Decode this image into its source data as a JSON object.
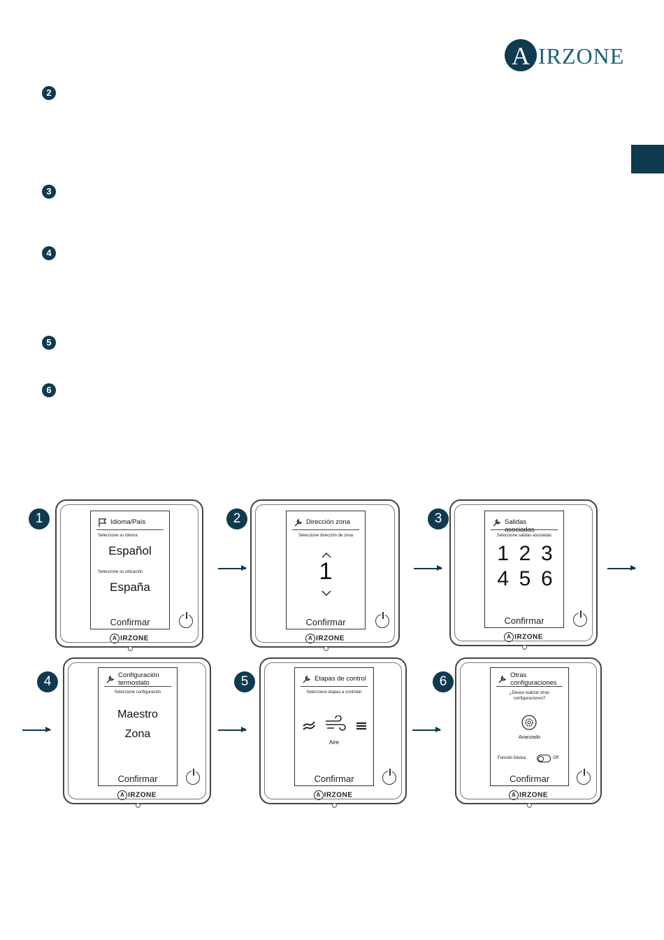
{
  "brand": {
    "logo_letter": "A",
    "logo_rest": "IRZONE"
  },
  "step_list": [
    "2",
    "3",
    "4",
    "5",
    "6"
  ],
  "devices": [
    {
      "step": "1",
      "title": "Idioma/País",
      "language_prompt": "Seleccione su idioma",
      "language_value": "Español",
      "location_prompt": "Seleccione su ubicación",
      "location_value": "España",
      "confirm": "Confirmar",
      "logo": "IRZONE",
      "icon": "flag-icon"
    },
    {
      "step": "2",
      "title": "Dirección zona",
      "prompt": "Seleccione dirección de zona",
      "value": "1",
      "confirm": "Confirmar",
      "logo": "IRZONE",
      "icon": "wrench-icon"
    },
    {
      "step": "3",
      "title": "Salidas asociadas",
      "prompt": "Seleccione salidas asociadas",
      "outputs": [
        "1",
        "2",
        "3",
        "4",
        "5",
        "6"
      ],
      "confirm": "Confirmar",
      "logo": "IRZONE",
      "icon": "wrench-icon"
    },
    {
      "step": "4",
      "title_line1": "Configuración",
      "title_line2": "termostato",
      "prompt": "Seleccione configuración",
      "option1": "Maestro",
      "option2": "Zona",
      "confirm": "Confirmar",
      "logo": "IRZONE",
      "icon": "wrench-icon"
    },
    {
      "step": "5",
      "title": "Etapas de control",
      "prompt": "Seleccione etapas a controlar",
      "selected_stage": "Aire",
      "confirm": "Confirmar",
      "logo": "IRZONE",
      "icon": "wrench-icon"
    },
    {
      "step": "6",
      "title_line1": "Otras",
      "title_line2": "configuraciones",
      "prompt_line1": "¿Desea realizar otras",
      "prompt_line2": "configuraciones?",
      "advanced": "Avanzado",
      "basic_label": "Función básica",
      "toggle_state": "Off",
      "confirm": "Confirmar",
      "logo": "IRZONE",
      "icon": "wrench-icon"
    }
  ],
  "colors": {
    "accent": "#0f3a4f",
    "logo_text": "#1c6077"
  }
}
